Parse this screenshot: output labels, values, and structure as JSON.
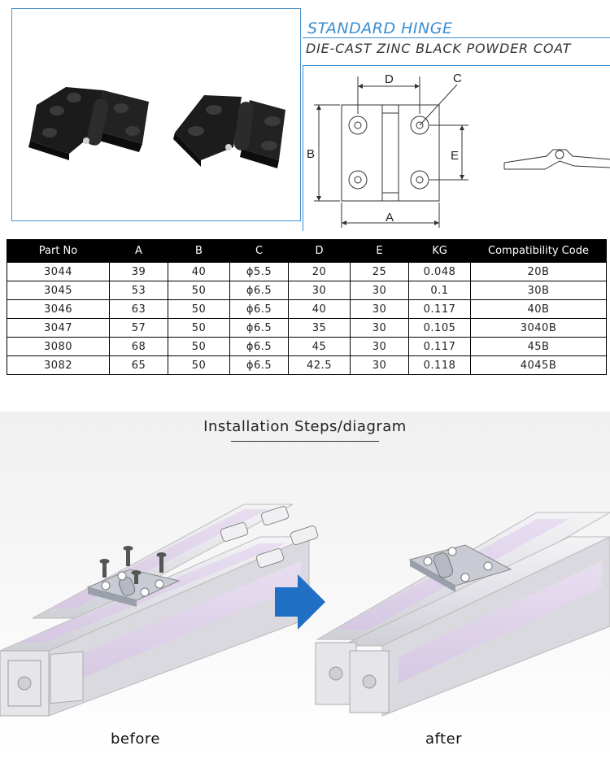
{
  "title": {
    "main": "STANDARD HINGE",
    "sub": "DIE-CAST ZINC BLACK POWDER COAT"
  },
  "drawing": {
    "labels": {
      "a": "A",
      "b": "B",
      "c": "C",
      "d": "D",
      "e": "E"
    }
  },
  "table": {
    "headers": [
      "Part No",
      "A",
      "B",
      "C",
      "D",
      "E",
      "KG",
      "Compatibility Code"
    ],
    "rows": [
      [
        "3044",
        "39",
        "40",
        "ϕ5.5",
        "20",
        "25",
        "0.048",
        "20B"
      ],
      [
        "3045",
        "53",
        "50",
        "ϕ6.5",
        "30",
        "30",
        "0.1",
        "30B"
      ],
      [
        "3046",
        "63",
        "50",
        "ϕ6.5",
        "40",
        "30",
        "0.117",
        "40B"
      ],
      [
        "3047",
        "57",
        "50",
        "ϕ6.5",
        "35",
        "30",
        "0.105",
        "3040B"
      ],
      [
        "3080",
        "68",
        "50",
        "ϕ6.5",
        "45",
        "30",
        "0.117",
        "45B"
      ],
      [
        "3082",
        "65",
        "50",
        "ϕ6.5",
        "42.5",
        "30",
        "0.118",
        "4045B"
      ]
    ]
  },
  "install": {
    "title": "Installation Steps/diagram",
    "before": "before",
    "after": "after",
    "arrow_color": "#1f6fc4"
  },
  "colors": {
    "accent": "#3b8ed0",
    "table_header_bg": "#000000"
  }
}
